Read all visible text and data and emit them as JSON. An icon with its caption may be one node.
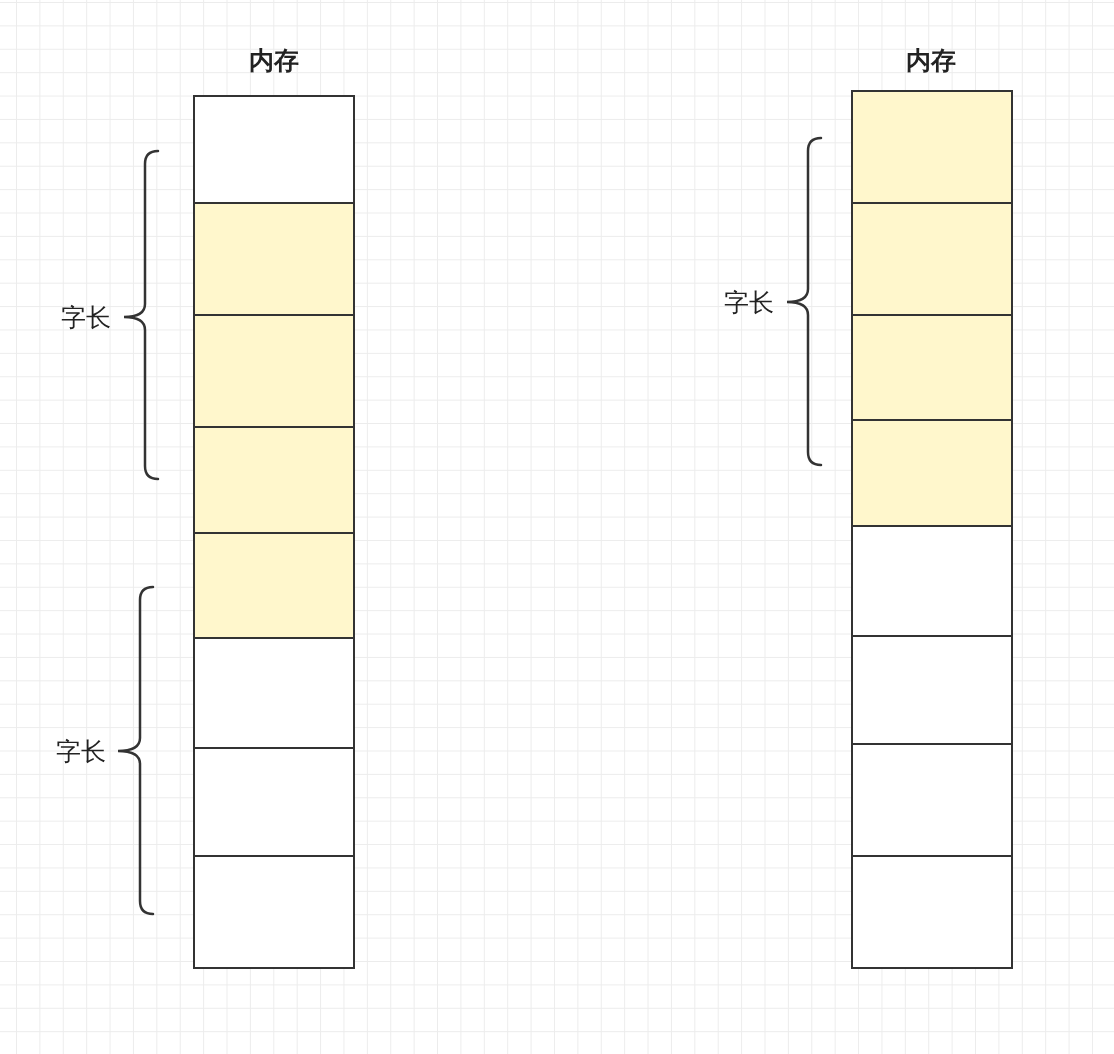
{
  "diagram": {
    "nodes": [
      {
        "text": [],
        "shape": "box"
      },
      {
        "text": [],
        "shape": "box"
      },
      {
        "text": [],
        "shape": "box"
      },
      {
        "text": [],
        "shape": "box"
      },
      {
        "text": [],
        "shape": "box"
      },
      {
        "text": [],
        "shape": "box"
      },
      {
        "text": [],
        "shape": "box"
      },
      {
        "text": [],
        "shape": "box"
      },
      {
        "text": [],
        "shape": "box"
      },
      {
        "text": [],
        "shape": "box"
      },
      {
        "text": [],
        "shape": "box"
      },
      {
        "text": [],
        "shape": "box"
      },
      {
        "text": [],
        "shape": "box"
      },
      {
        "text": [],
        "shape": "box"
      },
      {
        "text": [],
        "shape": "box"
      },
      {
        "text": [],
        "shape": "box"
      }
    ],
    "edges": [],
    "labels": [
      "内存",
      "内存",
      "字长",
      "字长",
      "字长"
    ]
  }
}
